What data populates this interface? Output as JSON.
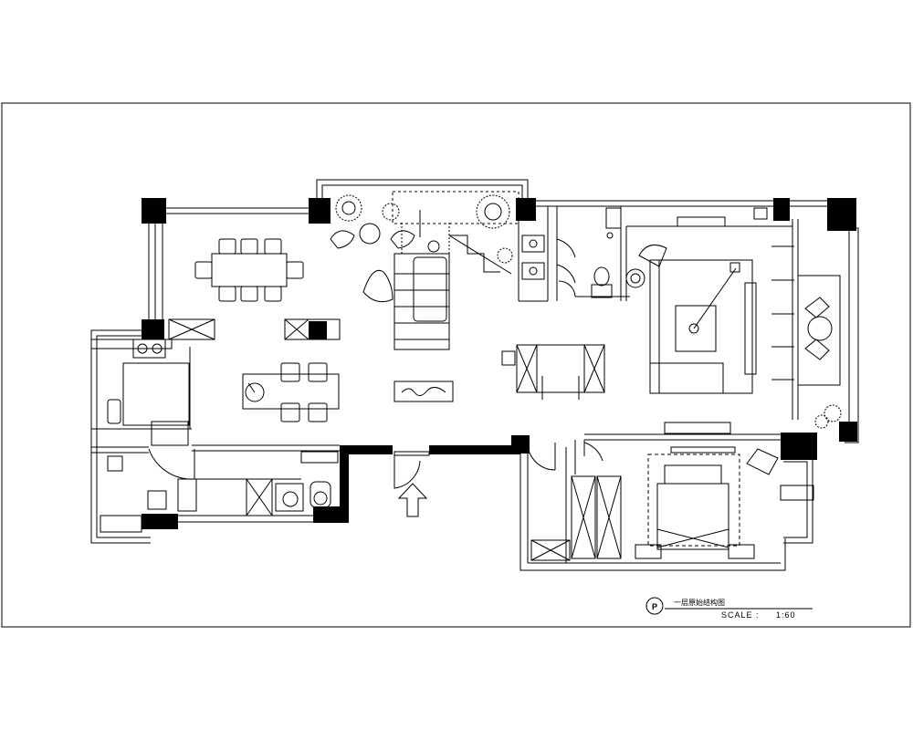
{
  "drawing": {
    "background": "#ffffff",
    "line_color": "#000000",
    "wall_fill": "#000000"
  },
  "title_block": {
    "symbol_letter": "P",
    "title": "一层原始结构图",
    "scale_label": "SCALE :",
    "scale_value": "1:60"
  },
  "annotations": {
    "entrance_arrow": "up-arrow-icon"
  }
}
